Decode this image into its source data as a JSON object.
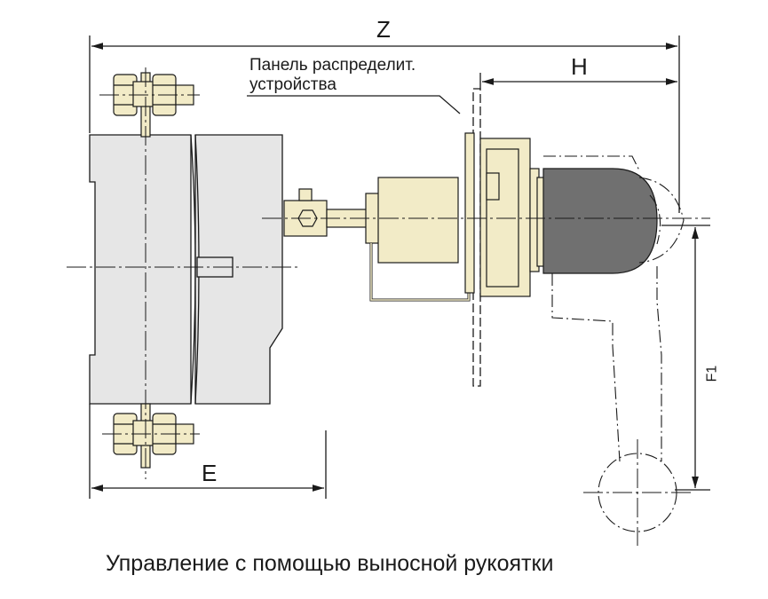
{
  "diagram": {
    "dimension_labels": {
      "z": "Z",
      "h": "H",
      "e": "E",
      "f1": "F1"
    },
    "panel_note": {
      "line1": "Панель распределит.",
      "line2": "устройства"
    },
    "caption": "Управление с помощью выносной рукоятки"
  },
  "colors": {
    "breaker_body": "#e6e6e6",
    "brass_parts": "#f2ebc7",
    "handle_dark": "#707070",
    "outline": "#1a1a1a"
  },
  "icons": {
    "bolt": "hex-bolt-icon",
    "coupling": "coupling-icon"
  }
}
